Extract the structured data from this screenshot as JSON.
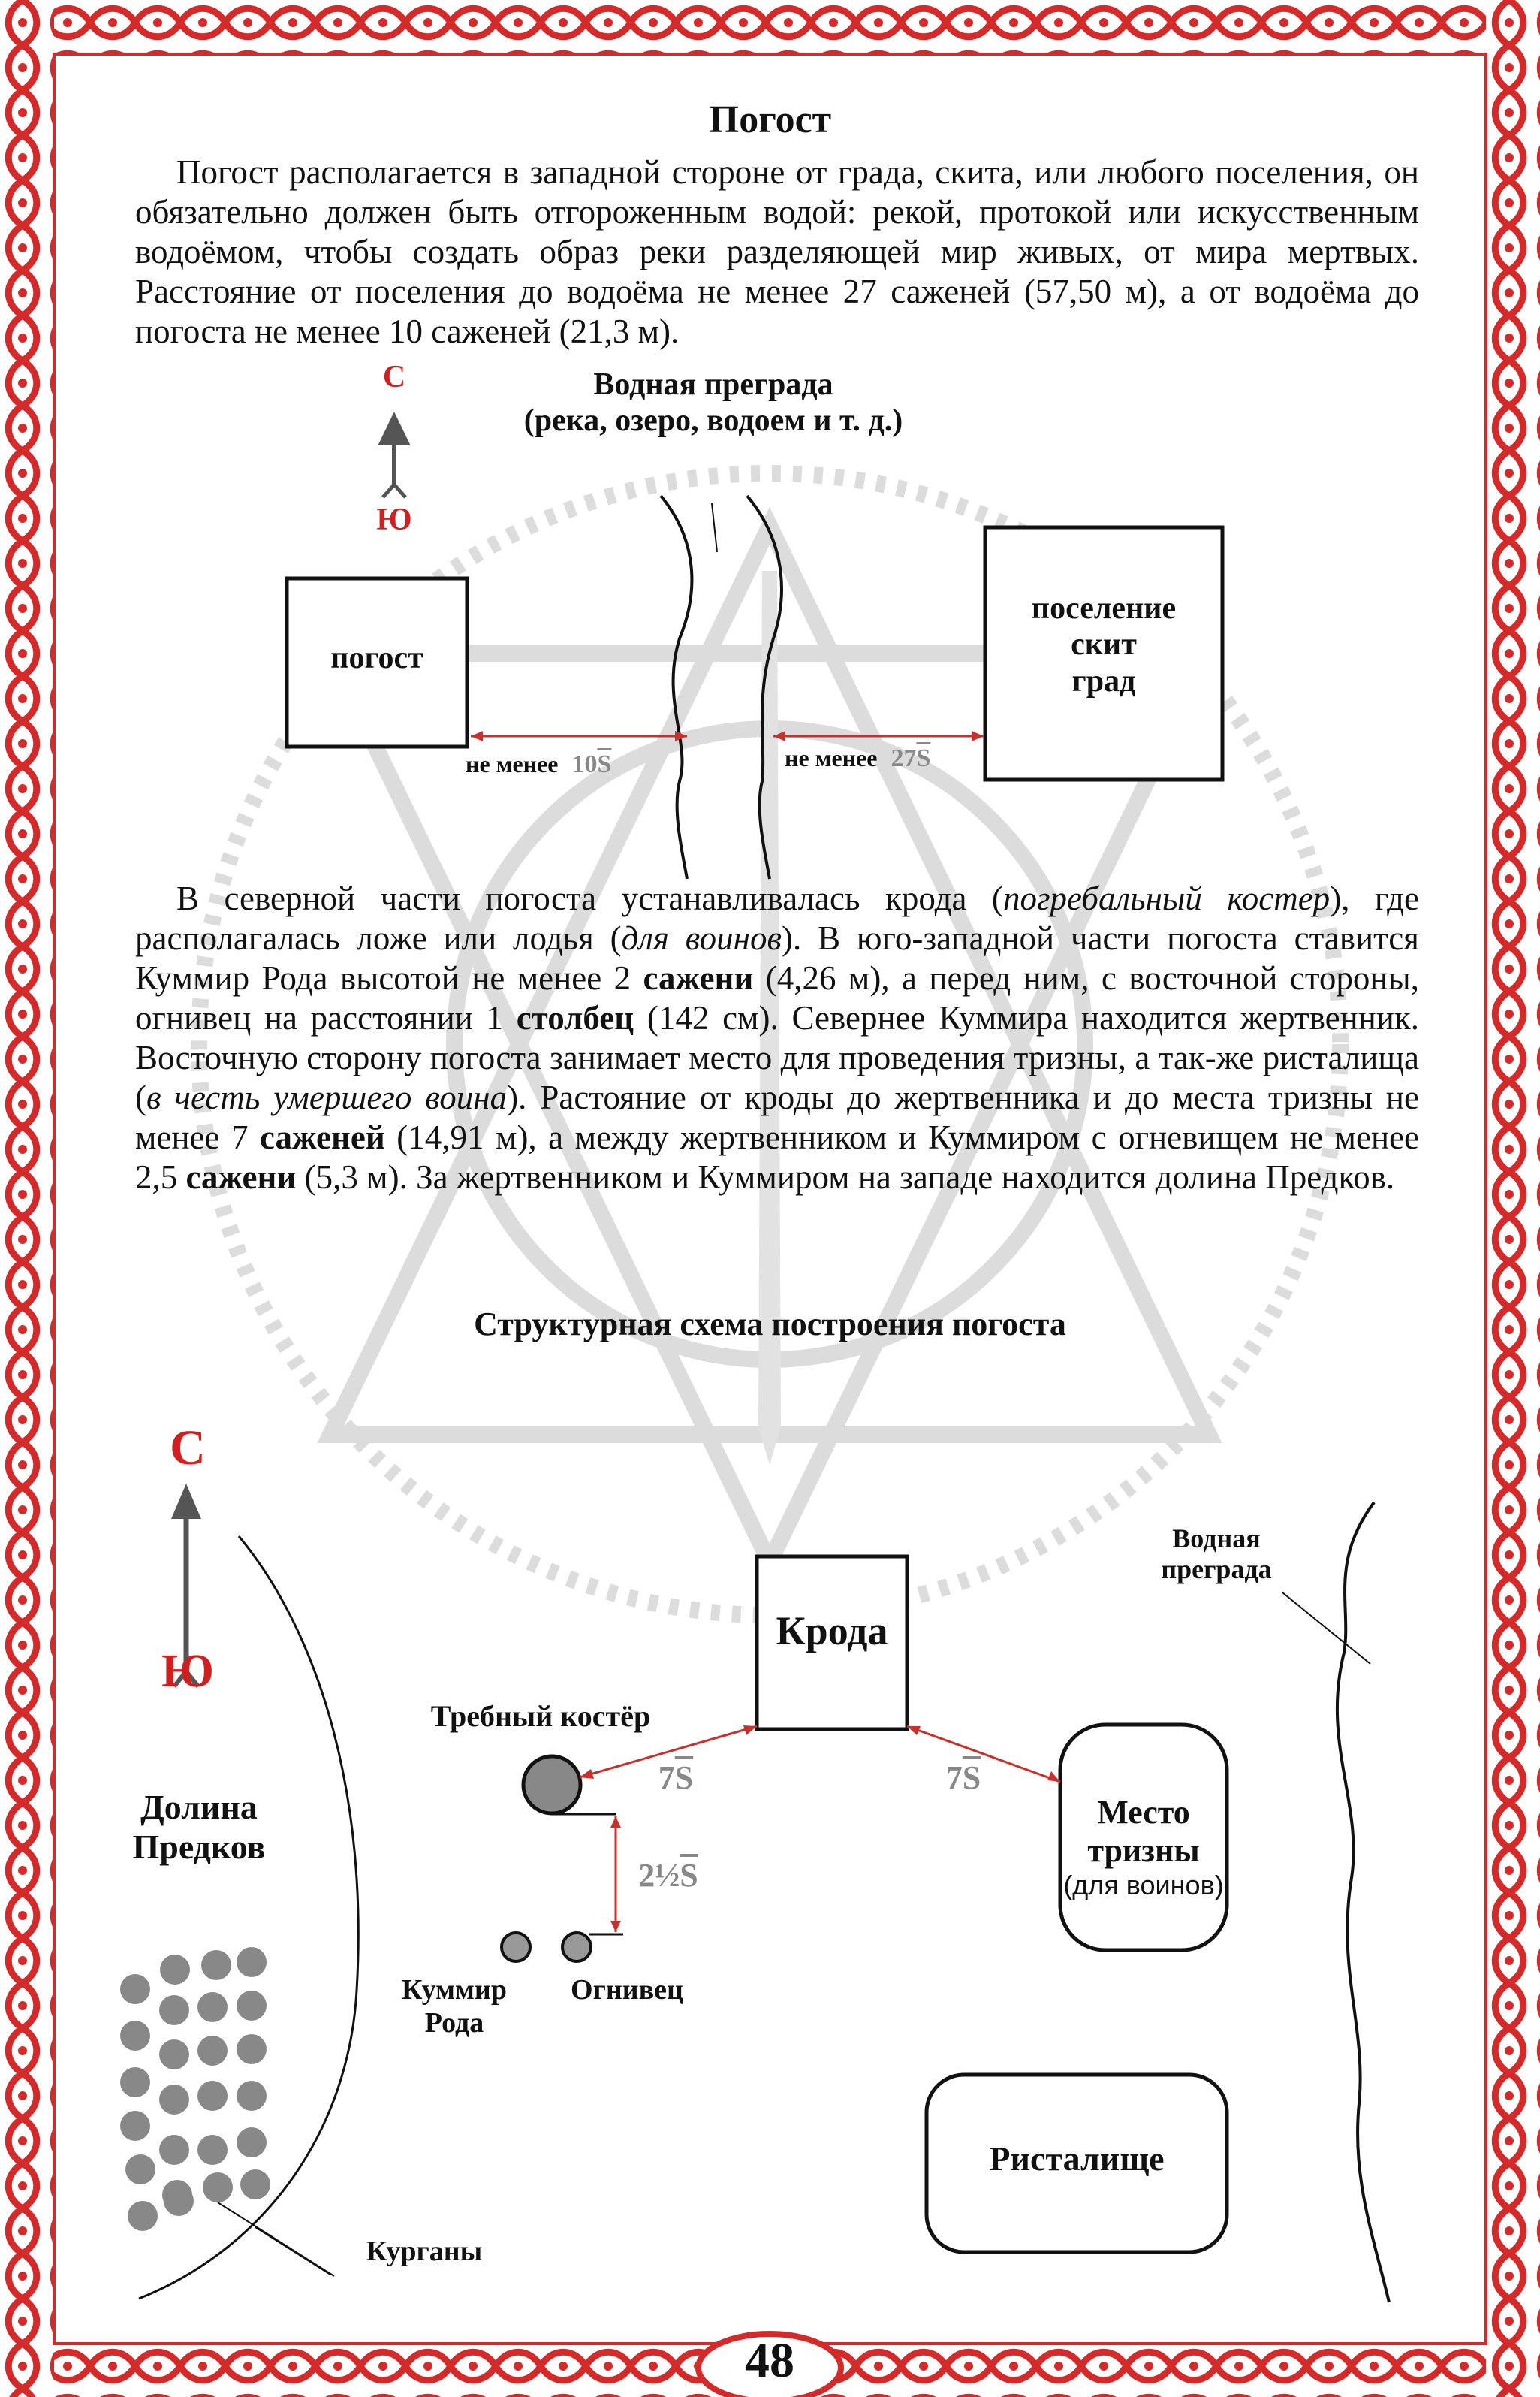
{
  "page": {
    "title": "Погост",
    "page_number": "48",
    "paragraph_1": "Погост располагается в западной стороне от града, скита, или любого поселения, он обязательно должен быть отгороженным водой: рекой, протокой или искусственным водоёмом, чтобы создать образ реки разделяющей мир живых, от мира мертвых. Расстояние от поселения до водоёма не менее 27 саженей (57,50 м), а от водоёма до погоста не менее 10 саженей (21,3 м).",
    "paragraph_2": {
      "s1": "В северной части погоста устанавливалась крода (",
      "s1_it": "погребальный костер",
      "s2": "), где располагалась ложе или лодья (",
      "s2_it": "для воинов",
      "s3": "). В юго-западной части погоста ставится Куммир Рода высотой не менее 2 ",
      "s3_b": "сажени",
      "s4": " (4,26 м), а перед ним, с восточной стороны, огнивец на расстоянии 1 ",
      "s4_b": "столбец",
      "s5": " (142 см). Севернее Куммира находится жертвенник. Восточную сторону погоста занимает место для проведения тризны, а так-же ристалища (",
      "s5_it": "в честь умершего воина",
      "s6": "). Растояние от кроды до жертвенника и до места тризны не менее 7 ",
      "s6_b": "саженей",
      "s7": " (14,91 м), а между жертвенником и Куммиром с огневищем не менее 2,5 ",
      "s7_b": "сажени",
      "s8": " (5,3 м). За жертвенником и Куммиром на западе находится долина Предков."
    }
  },
  "diagram1": {
    "compass_n": "С",
    "compass_s": "Ю",
    "water_title_1": "Водная преграда",
    "water_title_2": "(река, озеро, водоем и т. д.)",
    "pogost": "погост",
    "settlement_1": "поселение",
    "settlement_2": "скит",
    "settlement_3": "град",
    "dist_left_text": "не менее",
    "dist_left_value": "10",
    "dist_right_text": "не менее",
    "dist_right_value": "27",
    "unit": "S"
  },
  "diagram2": {
    "title": "Структурная схема построения погоста",
    "compass_n": "С",
    "compass_s": "Ю",
    "water_1": "Водная",
    "water_2": "преграда",
    "kroda": "Крода",
    "trebny": "Требный костёр",
    "dist_7_left": "7",
    "dist_7_right": "7",
    "dist_2half": "2½",
    "unit": "S",
    "valley_1": "Долина",
    "valley_2": "Предков",
    "trizna_1": "Место",
    "trizna_2": "тризны",
    "trizna_3": "(для воинов)",
    "kummir_1": "Куммир",
    "kummir_2": "Рода",
    "ognivets": "Огнивец",
    "ristalishche": "Ристалище",
    "kurgany": "Курганы"
  },
  "colors": {
    "border_red": "#d42a2a",
    "red_text": "#d11f1f",
    "watermark": "#d9d9d9",
    "gray_circle": "#888888",
    "arrow_gray": "#555555"
  }
}
